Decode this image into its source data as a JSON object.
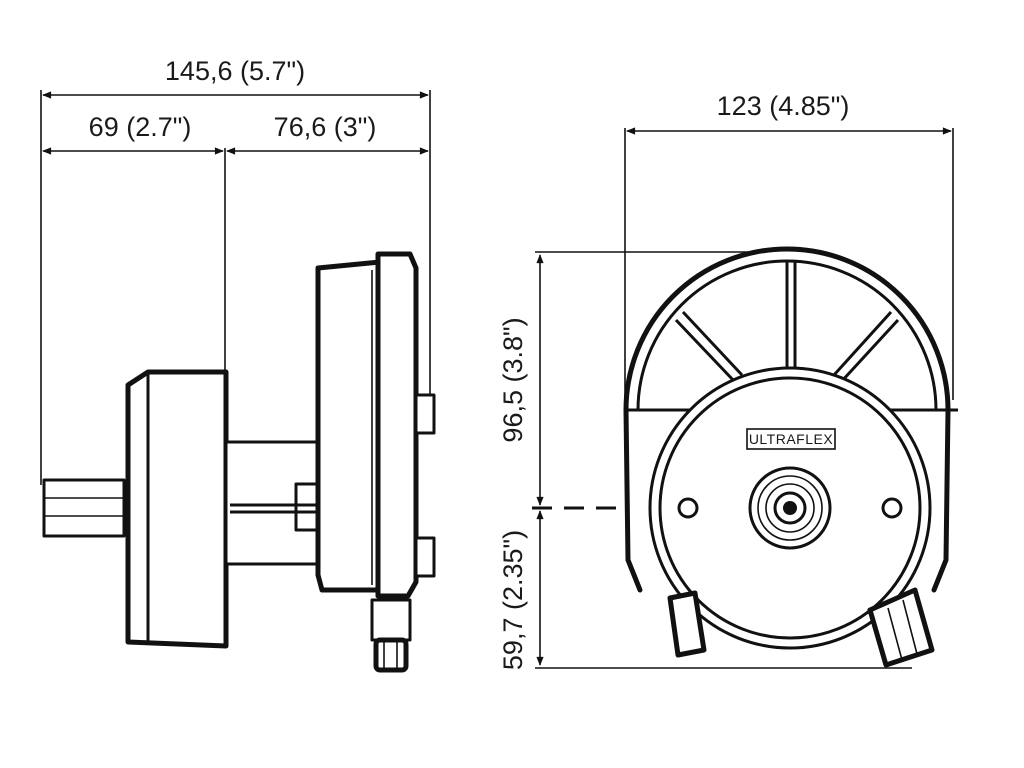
{
  "drawing": {
    "side_view": {
      "overall_width": "145,6 (5.7\")",
      "left_width": "69 (2.7\")",
      "right_width": "76,6 (3\")"
    },
    "front_view": {
      "width": "123 (4.85\")",
      "upper_height": "96,5 (3.8\")",
      "lower_height": "59,7 (2.35\")",
      "brand_label": "ULTRAFLEX"
    }
  }
}
